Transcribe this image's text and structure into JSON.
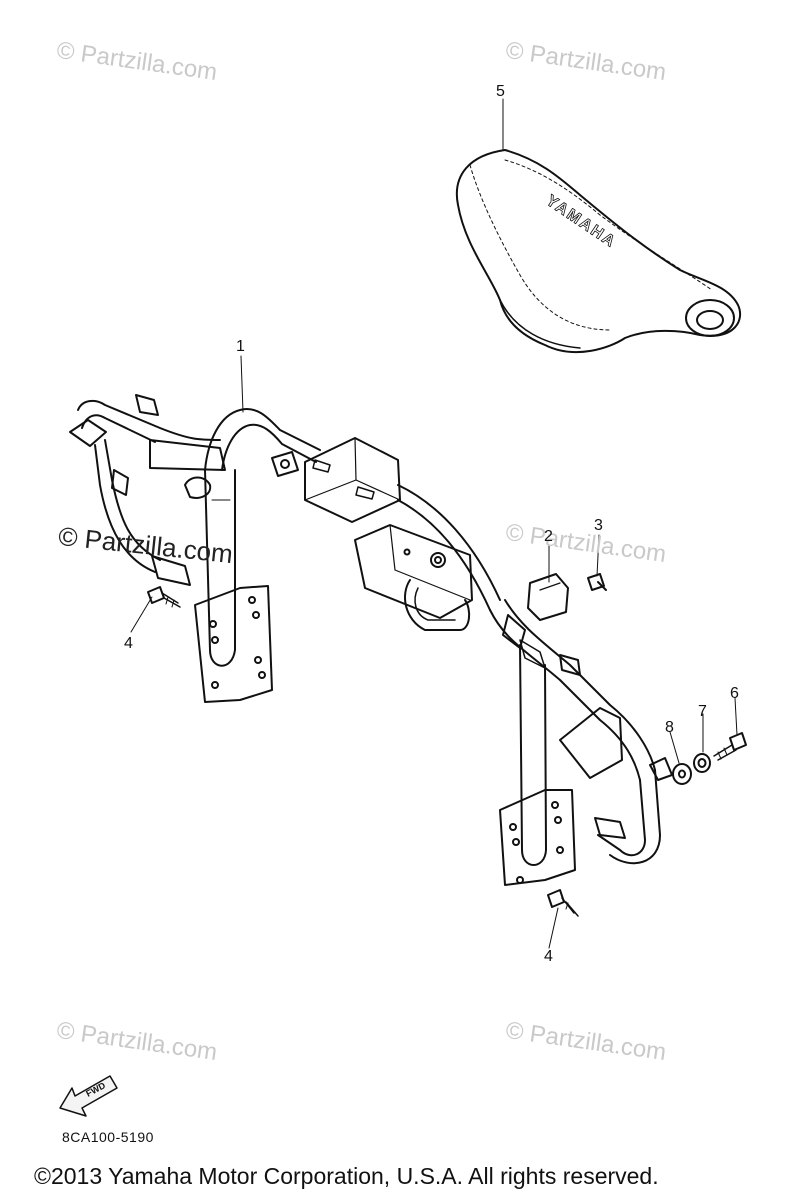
{
  "watermark": "© Partzilla.com",
  "callouts": {
    "c1": "1",
    "c2": "2",
    "c3": "3",
    "c4a": "4",
    "c4b": "4",
    "c5": "5",
    "c6": "6",
    "c7": "7",
    "c8": "8"
  },
  "cover_logo": "YAMAHA",
  "fwd_label": "FWD",
  "diagram_code": "8CA100-5190",
  "copyright": "©2013 Yamaha Motor Corporation, U.S.A. All rights reserved."
}
